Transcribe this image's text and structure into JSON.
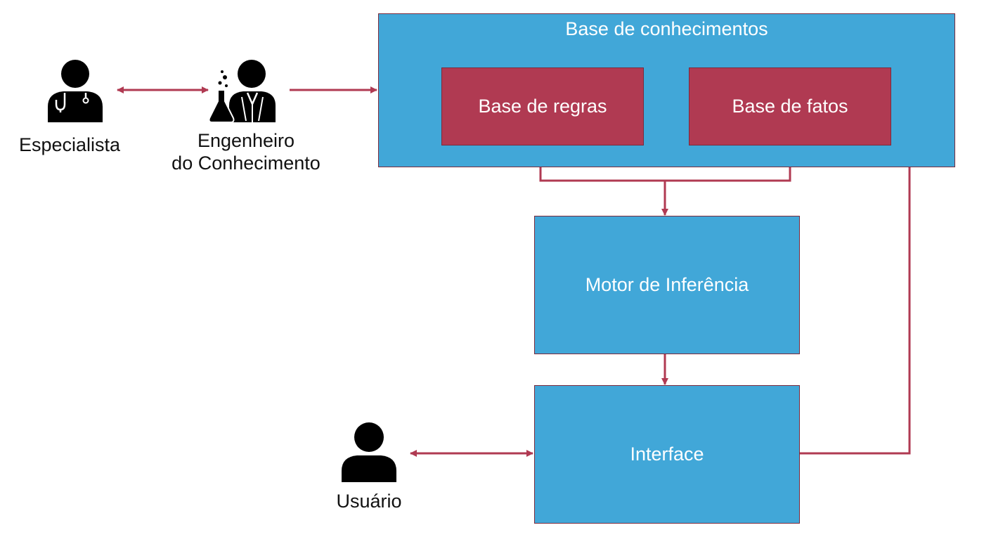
{
  "knowledge_base": {
    "title": "Base de conhecimentos"
  },
  "rules_base": {
    "label": "Base de regras"
  },
  "facts_base": {
    "label": "Base de fatos"
  },
  "inference_engine": {
    "label": "Motor de Inferência"
  },
  "interface": {
    "label": "Interface"
  },
  "actors": {
    "specialist": {
      "label": "Especialista",
      "icon": "doctor-icon"
    },
    "engineer": {
      "label_line1": "Engenheiro",
      "label_line2": "do Conhecimento",
      "icon": "scientist-icon"
    },
    "user": {
      "label": "Usuário",
      "icon": "user-icon"
    }
  },
  "colors": {
    "box_blue": "#41a7d8",
    "box_red": "#b03a52",
    "arrow": "#b03a52",
    "text_on_box": "#ffffff"
  }
}
